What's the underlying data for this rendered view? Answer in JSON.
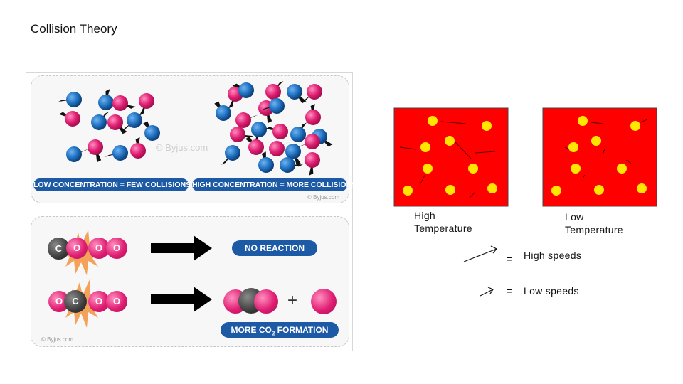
{
  "slide": {
    "title": "Collision Theory"
  },
  "byjus_figure": {
    "watermark_center": "© Byjus.com",
    "watermark_small": "© Byjus.com",
    "low_label": "LOW CONCENTRATION = FEW COLLISIONS",
    "high_label": "HIGH CONCENTRATION = MORE COLLISIONS",
    "no_reaction_label": "NO REACTION",
    "more_co2_prefix": "MORE CO",
    "more_co2_sub": "2",
    "more_co2_suffix": " FORMATION",
    "atom_c": "C",
    "atom_o": "O",
    "plus_sign": "+",
    "colors": {
      "blue": "#1d5aa6",
      "pink": "#e01e73",
      "carbon": "#3b3b3b",
      "flash": "#f4a259"
    }
  },
  "temperature_figure": {
    "high_label_line1": "High",
    "high_label_line2": "Temperature",
    "low_label_line1": "Low",
    "low_label_line2": "Temperature",
    "legend_high": "High speeds",
    "legend_low": "Low speeds",
    "equals": "=",
    "colors": {
      "box": "#ff0000",
      "particle": "#ffe600"
    }
  }
}
